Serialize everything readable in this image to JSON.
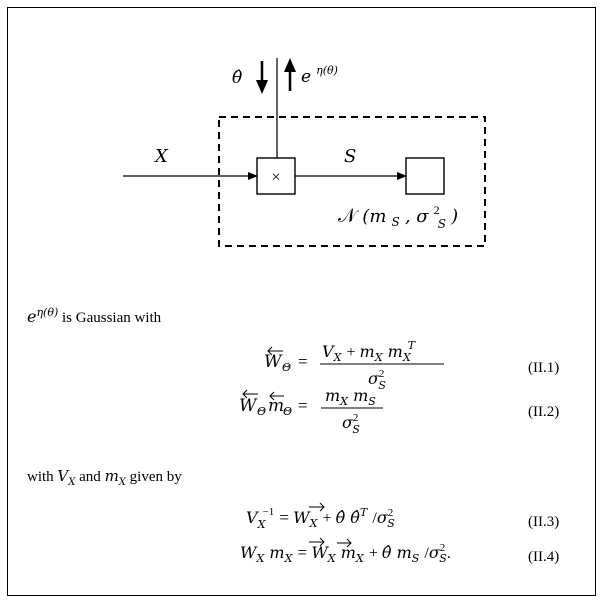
{
  "diagram": {
    "labels": {
      "theta_hat": "θ̂",
      "message": "e",
      "message_exp": "η(θ)",
      "input": "X",
      "product": "×",
      "signal": "S",
      "gaussian_cal": "𝒩",
      "gaussian_args": "(m",
      "gaussian_sub_s": "S",
      "gaussian_sigma": ", σ",
      "gaussian_sup": "2",
      "gaussian_sub": "S",
      "gaussian_close": ")"
    }
  },
  "text": {
    "intro_exp": "η(θ)",
    "intro": " is Gaussian with",
    "with_line_a": "with ",
    "with_vx": "V",
    "with_vx_sub": "X",
    "with_and": " and ",
    "with_mx": "m",
    "with_mx_sub": "X",
    "with_given": " given by"
  },
  "equations": [
    {
      "tag": "(II.1)"
    },
    {
      "tag": "(II.2)"
    },
    {
      "tag": "(II.3)"
    },
    {
      "tag": "(II.4)"
    }
  ]
}
